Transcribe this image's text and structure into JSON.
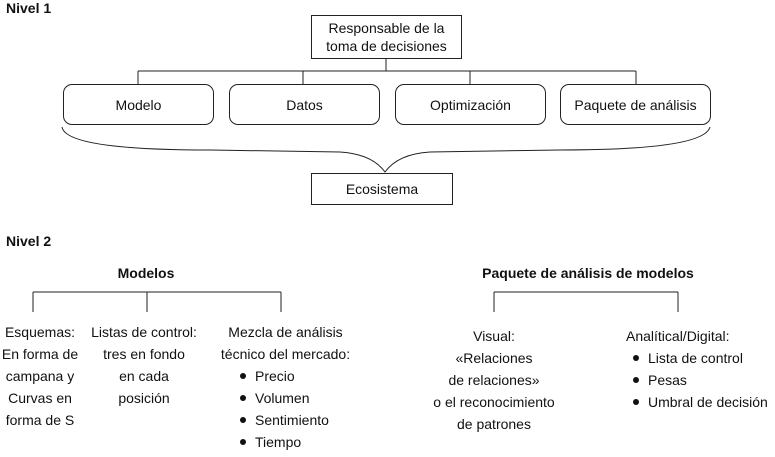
{
  "level1": {
    "title": "Nivel 1",
    "top_box": [
      "Responsable de la",
      "toma de decisiones"
    ],
    "children": [
      "Modelo",
      "Datos",
      "Optimización",
      "Paquete de análisis"
    ],
    "bottom_box": "Ecosistema"
  },
  "level2": {
    "title": "Nivel 2",
    "models": {
      "heading": "Modelos",
      "col1": [
        "Esquemas:",
        "En forma de",
        "campana y",
        "Curvas en",
        "forma de S"
      ],
      "col2": [
        "Listas de control:",
        "tres en fondo",
        "en cada",
        "posición"
      ],
      "col3": {
        "lines": [
          "Mezcla de análisis",
          "técnico del mercado:"
        ],
        "bullets": [
          "Precio",
          "Volumen",
          "Sentimiento",
          "Tiempo"
        ]
      }
    },
    "package": {
      "heading": "Paquete de análisis de modelos",
      "visual": [
        "Visual:",
        "«Relaciones",
        "de relaciones»",
        "o el reconocimiento",
        "de patrones"
      ],
      "analytic": {
        "title": "Analítical/Digital:",
        "bullets": [
          "Lista de control",
          "Pesas",
          "Umbral de decisión"
        ]
      }
    }
  }
}
